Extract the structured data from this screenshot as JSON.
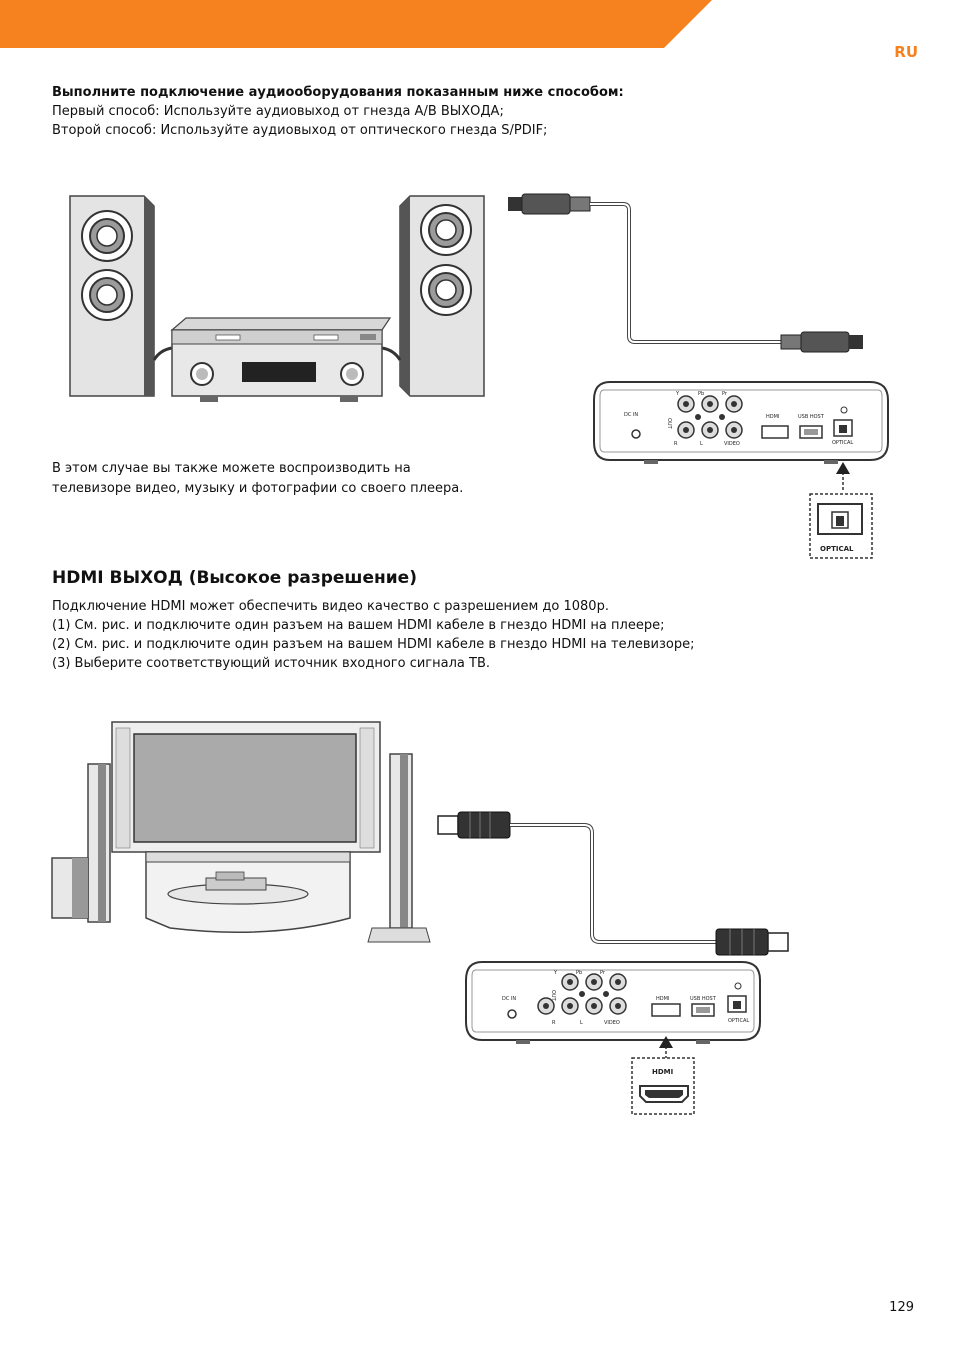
{
  "header": {
    "lang": "RU",
    "accent_color": "#f5821f"
  },
  "section1": {
    "intro_bold": "Выполните подключение аудиооборудования показанным ниже способом:",
    "line1": "Первый способ: Используйте аудиовыход от гнезда A/B ВЫХОДА;",
    "line2": "Второй способ: Используйте аудиовыход от оптического гнезда S/PDIF;",
    "note_line1": "В этом случае вы также можете воспроизводить на",
    "note_line2": "телевизоре видео, музыку и фотографии со своего плеера."
  },
  "section2": {
    "title": "HDMI ВЫХОД (Высокое разрешение)",
    "line0": "Подключение HDMI может обеспечить видео качество с разрешением до 1080р.",
    "line1": "(1) См. рис. и подключите один разъем на вашем HDMI кабеле в гнездо HDMI на плеере;",
    "line2": "(2) См. рис. и подключите один разъем на вашем HDMI кабеле в гнездо HDMI на телевизоре;",
    "line3": "(3) Выберите соответствующий источник входного сигнала ТВ."
  },
  "player_labels": {
    "dc_in": "DC IN",
    "out": "OUT",
    "r": "R",
    "l": "L",
    "video": "VIDEO",
    "y": "Y",
    "pb": "Pb",
    "pr": "Pr",
    "hdmi": "HDMI",
    "usb_host": "USB HOST",
    "optical": "OPTICAL"
  },
  "callouts": {
    "optical": "OPTICAL",
    "hdmi": "HDMI"
  },
  "footer": {
    "page_number": "129"
  }
}
